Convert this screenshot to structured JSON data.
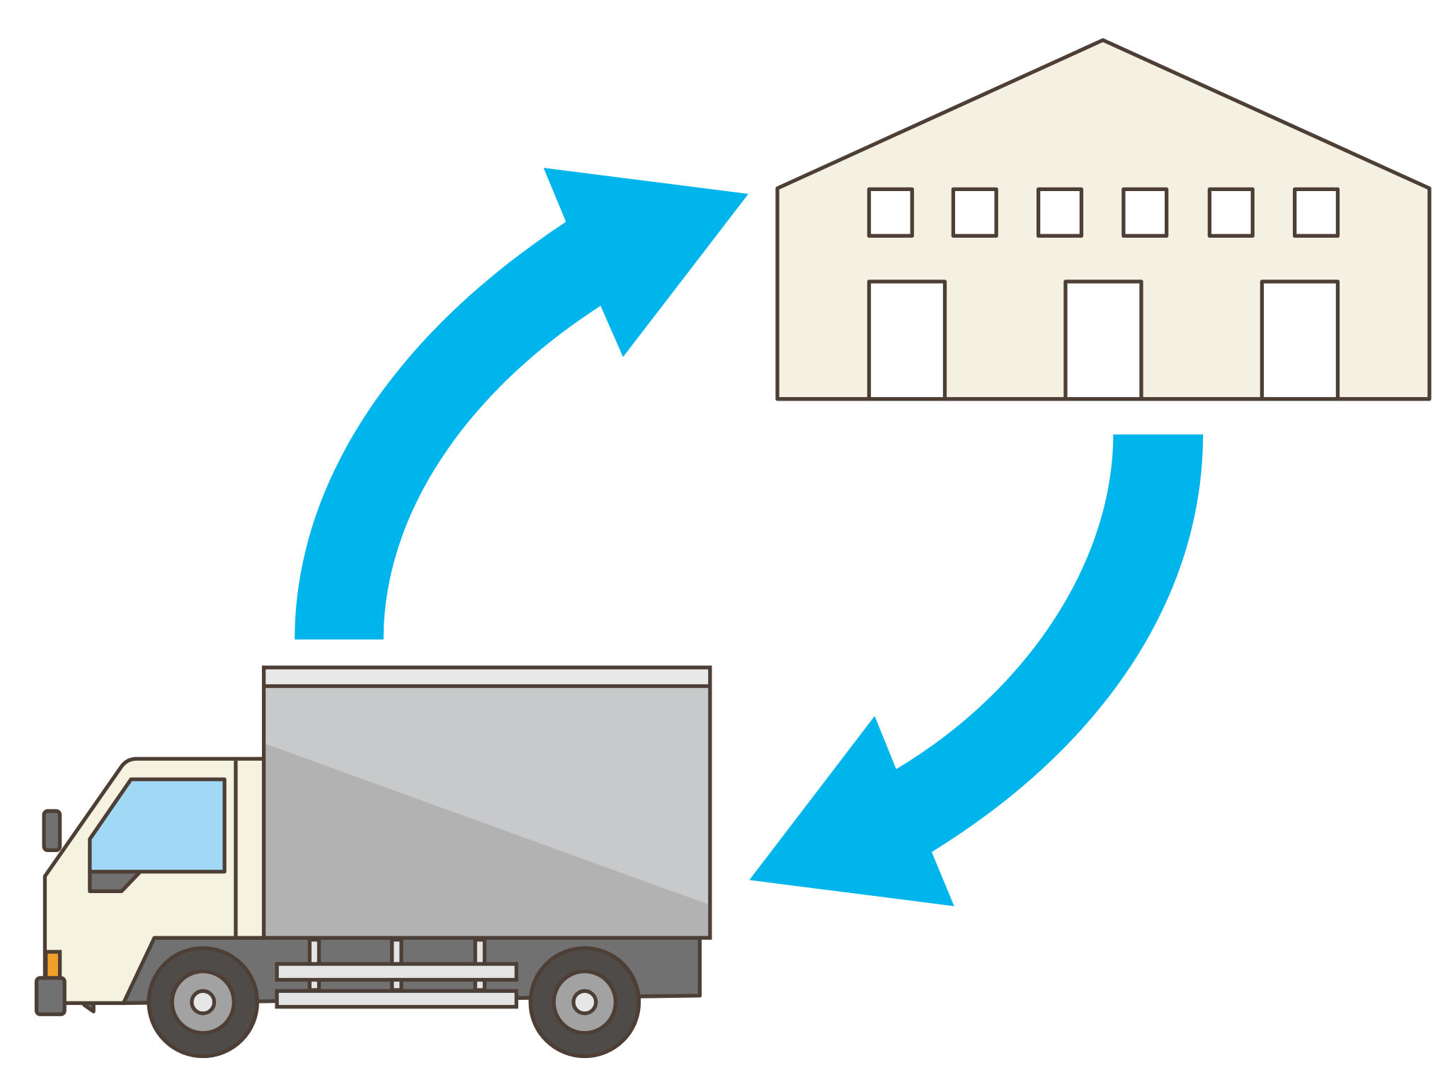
{
  "diagram": {
    "nodes": [
      {
        "id": "warehouse",
        "icon": "warehouse-icon"
      },
      {
        "id": "truck",
        "icon": "truck-icon"
      }
    ],
    "edges": [
      {
        "from": "truck",
        "to": "warehouse",
        "icon": "curved-arrow-icon"
      },
      {
        "from": "warehouse",
        "to": "truck",
        "icon": "curved-arrow-icon"
      }
    ]
  },
  "colors": {
    "arrow": "#00b5ec",
    "outline": "#4d3f36",
    "warehouse_wall": "#f4f1e2",
    "truck_cab": "#f6f2e0",
    "truck_box_light": "#c8c9cb",
    "truck_box_dark": "#b2b2b3",
    "truck_chassis": "#717171",
    "window_glass": "#a0d8f5",
    "tire": "#4e4b48",
    "hub": "#a2a2a2",
    "indicator": "#f1a12a"
  }
}
